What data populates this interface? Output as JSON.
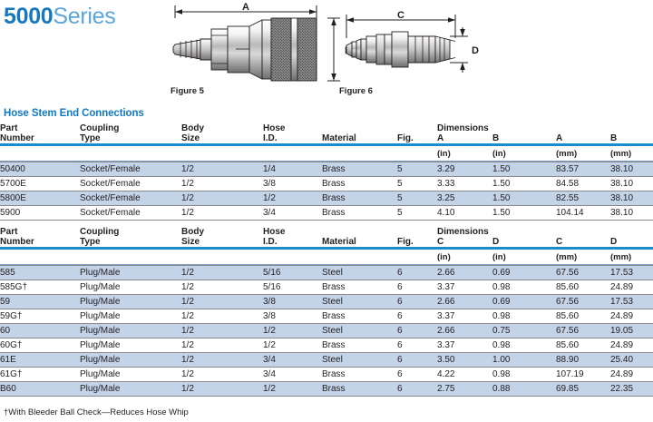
{
  "title": {
    "strong": "5000",
    "light": "Series"
  },
  "figures": [
    {
      "caption": "Figure 5",
      "dim_labels": [
        "A",
        "B"
      ],
      "name": "socket-female-coupler-drawing"
    },
    {
      "caption": "Figure 6",
      "dim_labels": [
        "C",
        "D"
      ],
      "name": "plug-male-hose-stem-drawing"
    }
  ],
  "section": {
    "title": "Hose Stem End Connections",
    "accent_color": "#0f7ac4",
    "shade_color": "#c3d3e8",
    "rule_color": "#1a8ccc"
  },
  "tables": [
    {
      "id": "socket-female-table",
      "headers": {
        "line1": [
          "Part",
          "Coupling",
          "Body",
          "Hose",
          "",
          "",
          "Dimensions",
          "",
          "",
          ""
        ],
        "line2": [
          "Number",
          "Type",
          "Size",
          "I.D.",
          "Material",
          "Fig.",
          "A",
          "B",
          "A",
          "B"
        ],
        "units": [
          "",
          "",
          "",
          "",
          "",
          "",
          "(in)",
          "(in)",
          "(mm)",
          "(mm)"
        ]
      },
      "rows": [
        [
          "50400",
          "Socket/Female",
          "1/2",
          "1/4",
          "Brass",
          "5",
          "3.29",
          "1.50",
          "83.57",
          "38.10"
        ],
        [
          "5700E",
          "Socket/Female",
          "1/2",
          "3/8",
          "Brass",
          "5",
          "3.33",
          "1.50",
          "84.58",
          "38.10"
        ],
        [
          "5800E",
          "Socket/Female",
          "1/2",
          "1/2",
          "Brass",
          "5",
          "3.25",
          "1.50",
          "82.55",
          "38.10"
        ],
        [
          "5900",
          "Socket/Female",
          "1/2",
          "3/4",
          "Brass",
          "5",
          "4.10",
          "1.50",
          "104.14",
          "38.10"
        ]
      ]
    },
    {
      "id": "plug-male-table",
      "headers": {
        "line1": [
          "Part",
          "Coupling",
          "Body",
          "Hose",
          "",
          "",
          "Dimensions",
          "",
          "",
          ""
        ],
        "line2": [
          "Number",
          "Type",
          "Size",
          "I.D.",
          "Material",
          "Fig.",
          "C",
          "D",
          "C",
          "D"
        ],
        "units": [
          "",
          "",
          "",
          "",
          "",
          "",
          "(in)",
          "(in)",
          "(mm)",
          "(mm)"
        ]
      },
      "rows": [
        [
          "585",
          "Plug/Male",
          "1/2",
          "5/16",
          "Steel",
          "6",
          "2.66",
          "0.69",
          "67.56",
          "17.53"
        ],
        [
          "585G†",
          "Plug/Male",
          "1/2",
          "5/16",
          "Brass",
          "6",
          "3.37",
          "0.98",
          "85.60",
          "24.89"
        ],
        [
          "59",
          "Plug/Male",
          "1/2",
          "3/8",
          "Steel",
          "6",
          "2.66",
          "0.69",
          "67.56",
          "17.53"
        ],
        [
          "59G†",
          "Plug/Male",
          "1/2",
          "3/8",
          "Brass",
          "6",
          "3.37",
          "0.98",
          "85.60",
          "24.89"
        ],
        [
          "60",
          "Plug/Male",
          "1/2",
          "1/2",
          "Steel",
          "6",
          "2.66",
          "0.75",
          "67.56",
          "19.05"
        ],
        [
          "60G†",
          "Plug/Male",
          "1/2",
          "1/2",
          "Brass",
          "6",
          "3.37",
          "0.98",
          "85.60",
          "24.89"
        ],
        [
          "61E",
          "Plug/Male",
          "1/2",
          "3/4",
          "Steel",
          "6",
          "3.50",
          "1.00",
          "88.90",
          "25.40"
        ],
        [
          "61G†",
          "Plug/Male",
          "1/2",
          "3/4",
          "Brass",
          "6",
          "4.22",
          "0.98",
          "107.19",
          "24.89"
        ],
        [
          "B60",
          "Plug/Male",
          "1/2",
          "1/2",
          "Brass",
          "6",
          "2.75",
          "0.88",
          "69.85",
          "22.35"
        ]
      ]
    }
  ],
  "footnote": "†With Bleeder Ball Check—Reduces Hose Whip"
}
